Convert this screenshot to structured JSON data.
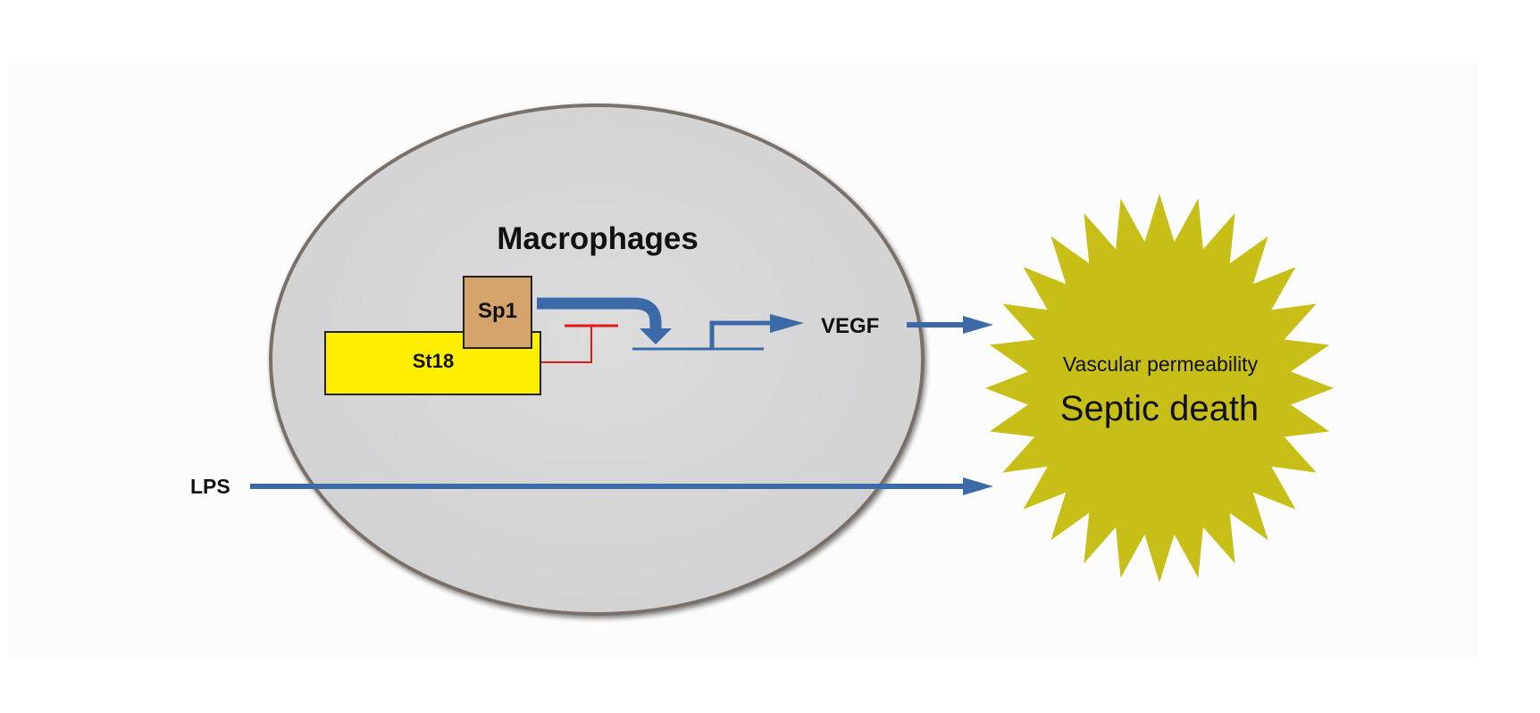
{
  "labels": {
    "macrophages": "Macrophages",
    "sp1": "Sp1",
    "st18": "St18",
    "vegf": "VEGF",
    "lps": "LPS",
    "vascular_permeability": "Vascular permeability",
    "septic_death": "Septic death"
  },
  "colors": {
    "background": "#ffffff",
    "panel": "#fdfdfd",
    "cell_fill": "#d7d7d8",
    "cell_border": "#7a706b",
    "sp1_fill": "#d5a46c",
    "st18_fill": "#ffee00",
    "arrow_blue": "#3c6aa8",
    "inhibit_red": "#e01818",
    "burst_fill": "#c7bf18"
  }
}
